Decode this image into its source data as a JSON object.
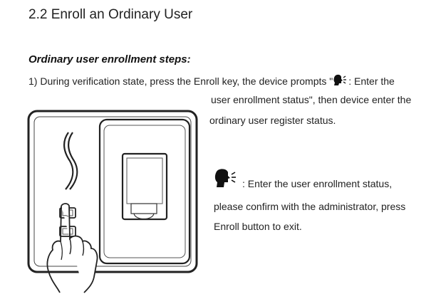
{
  "section_heading": "2.2 Enroll an Ordinary User",
  "steps_title": "Ordinary user enrollment steps:",
  "step1": {
    "line1_before": "1) During verification state, press the Enroll key, the device prompts \"",
    "line1_after": ": Enter the",
    "line2": "user enrollment status\", then device enter the",
    "line3": "ordinary user register status."
  },
  "prompt": {
    "line1": ": Enter the user enrollment status,",
    "line2": "please confirm with the administrator, press",
    "line3": "Enroll button to exit."
  },
  "icons": {
    "speaker": "speaking-head-icon",
    "device": "fingerprint-device-illustration",
    "hand": "pressing-hand-illustration"
  }
}
